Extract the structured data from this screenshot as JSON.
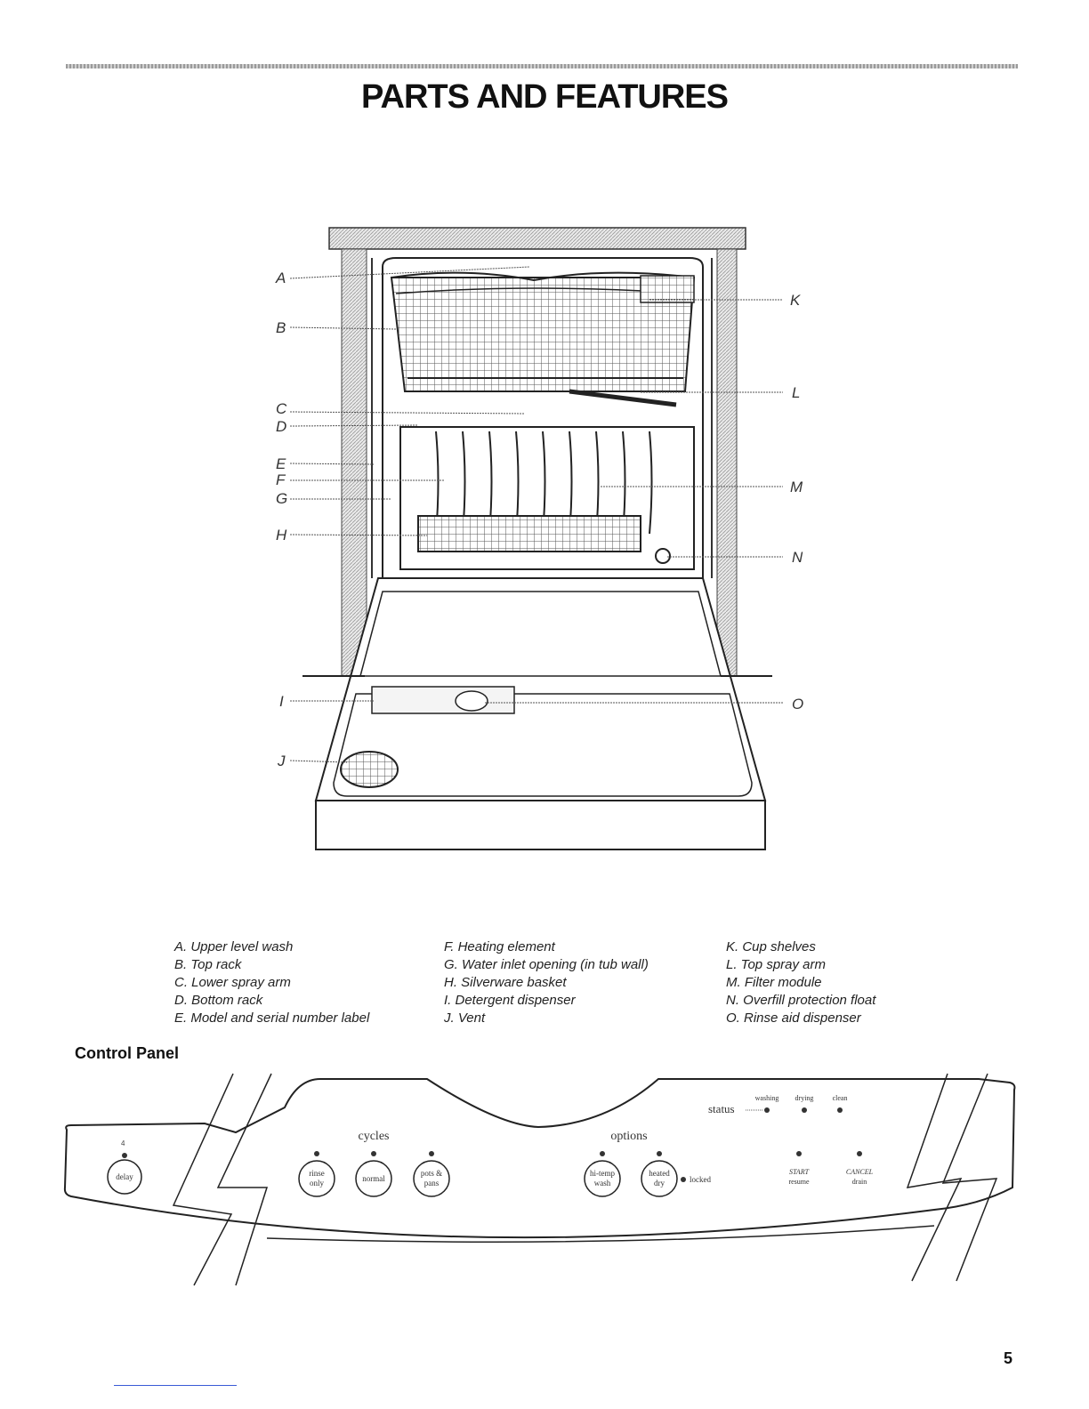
{
  "page": {
    "title": "PARTS AND FEATURES",
    "number": "5"
  },
  "callouts": {
    "A": "A",
    "B": "B",
    "C": "C",
    "D": "D",
    "E": "E",
    "F": "F",
    "G": "G",
    "H": "H",
    "I": "I",
    "J": "J",
    "K": "K",
    "L": "L",
    "M": "M",
    "N": "N",
    "O": "O"
  },
  "legend": {
    "col1": [
      "A. Upper level wash",
      "B. Top rack",
      "C. Lower spray arm",
      "D. Bottom rack",
      "E. Model and serial number label"
    ],
    "col2": [
      "F. Heating element",
      "G. Water inlet opening (in tub wall)",
      "H. Silverware basket",
      "I. Detergent dispenser",
      "J. Vent"
    ],
    "col3": [
      "K. Cup shelves",
      "L. Top spray arm",
      "M. Filter module",
      "N. Overfill protection float",
      "O. Rinse aid dispenser"
    ]
  },
  "control_panel": {
    "heading": "Control Panel",
    "groups": {
      "cycles": "cycles",
      "options": "options"
    },
    "buttons": {
      "delay": "delay",
      "rinse_line1": "rinse",
      "rinse_line2": "only",
      "normal": "normal",
      "pots_line1": "pots &",
      "pots_line2": "pans",
      "hitemp_line1": "hi-temp",
      "hitemp_line2": "wash",
      "heated_line1": "heated",
      "heated_line2": "dry",
      "start_line1": "START",
      "start_line2": "resume",
      "cancel_line1": "CANCEL",
      "cancel_line2": "drain"
    },
    "indicators": {
      "locked": "locked",
      "delay_top": "4"
    },
    "status": {
      "label": "status",
      "washing": "washing",
      "drying": "drying",
      "clean": "clean"
    }
  }
}
